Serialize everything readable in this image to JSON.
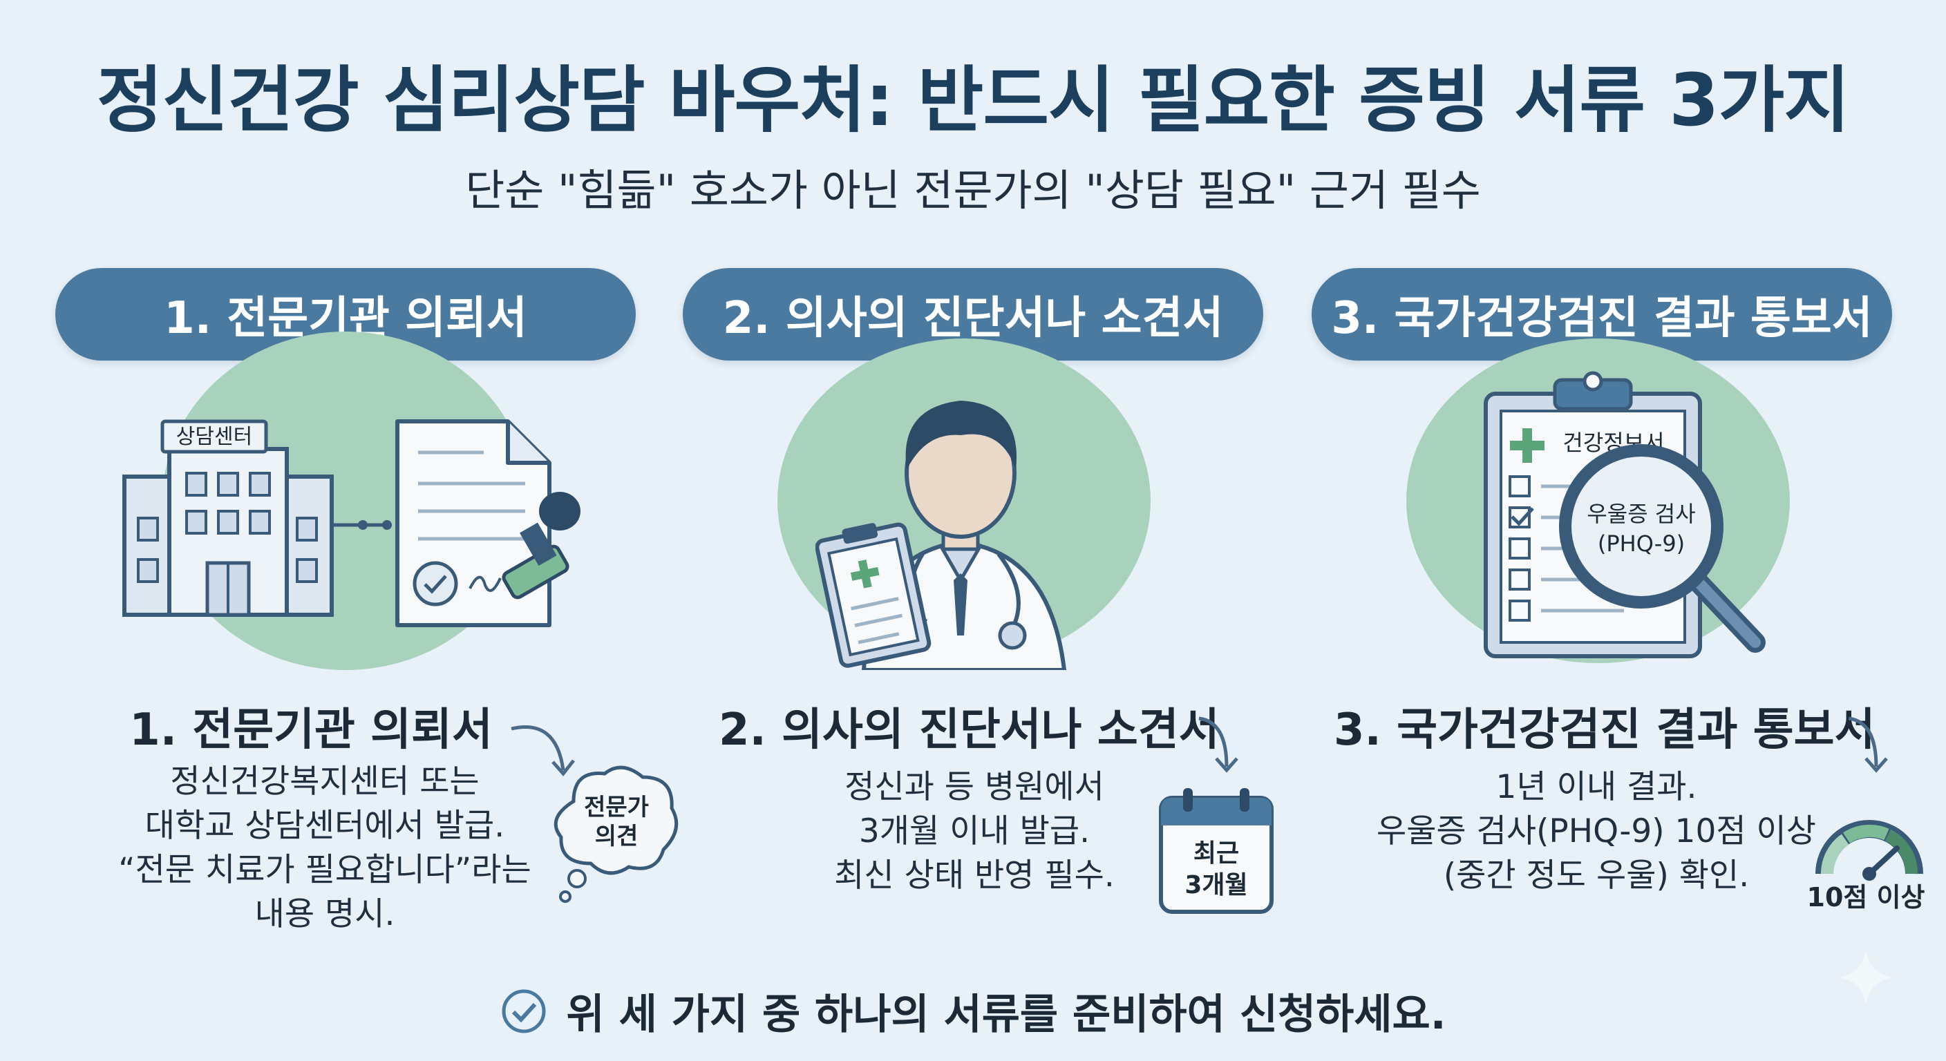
{
  "title": "정신건강 심리상담 바우처: 반드시 필요한 증빙 서류 3가지",
  "subtitle": "단순 \"힘듦\" 호소가 아닌 전문가의 \"상담 필요\" 근거 필수",
  "colors": {
    "pill": "#4a7aa0",
    "circle": "#a9d2bc",
    "title": "#1d3f5e",
    "background": "#e8f1f8"
  },
  "columns": [
    {
      "pill": "1. 전문기관 의뢰서",
      "heading": "1. 전문기관 의뢰서",
      "body": [
        "정신건강복지센터 또는",
        "대학교 상담센터에서 발급.",
        "“전문 치료가 필요합니다”라는",
        "내용 명시."
      ],
      "building_sign": "상담센터",
      "bubble": [
        "전문가",
        "의견"
      ],
      "icons": [
        "building-icon",
        "document-icon",
        "stamp-icon"
      ]
    },
    {
      "pill": "2. 의사의 진단서나 소견서",
      "heading": "2. 의사의 진단서나 소견서",
      "body": [
        "정신과 등 병원에서",
        "3개월 이내 발급.",
        "최신 상태 반영 필수."
      ],
      "calendar": [
        "최근",
        "3개월"
      ],
      "icons": [
        "doctor-icon",
        "clipboard-icon",
        "calendar-icon"
      ]
    },
    {
      "pill": "3. 국가건강검진 결과 통보서",
      "heading": "3. 국가건강검진 결과 통보서",
      "body": [
        "1년 이내 결과.",
        "우울증 검사(PHQ-9) 10점 이상",
        "(중간 정도 우울) 확인."
      ],
      "clipboard_title": "건강정보서",
      "magnifier": [
        "우울증 검사",
        "(PHQ-9)"
      ],
      "gauge_label": "10점 이상",
      "icons": [
        "report-clipboard-icon",
        "magnifier-icon",
        "gauge-icon"
      ]
    }
  ],
  "footer": "위 세 가지 중 하나의 서류를 준비하여 신청하세요."
}
